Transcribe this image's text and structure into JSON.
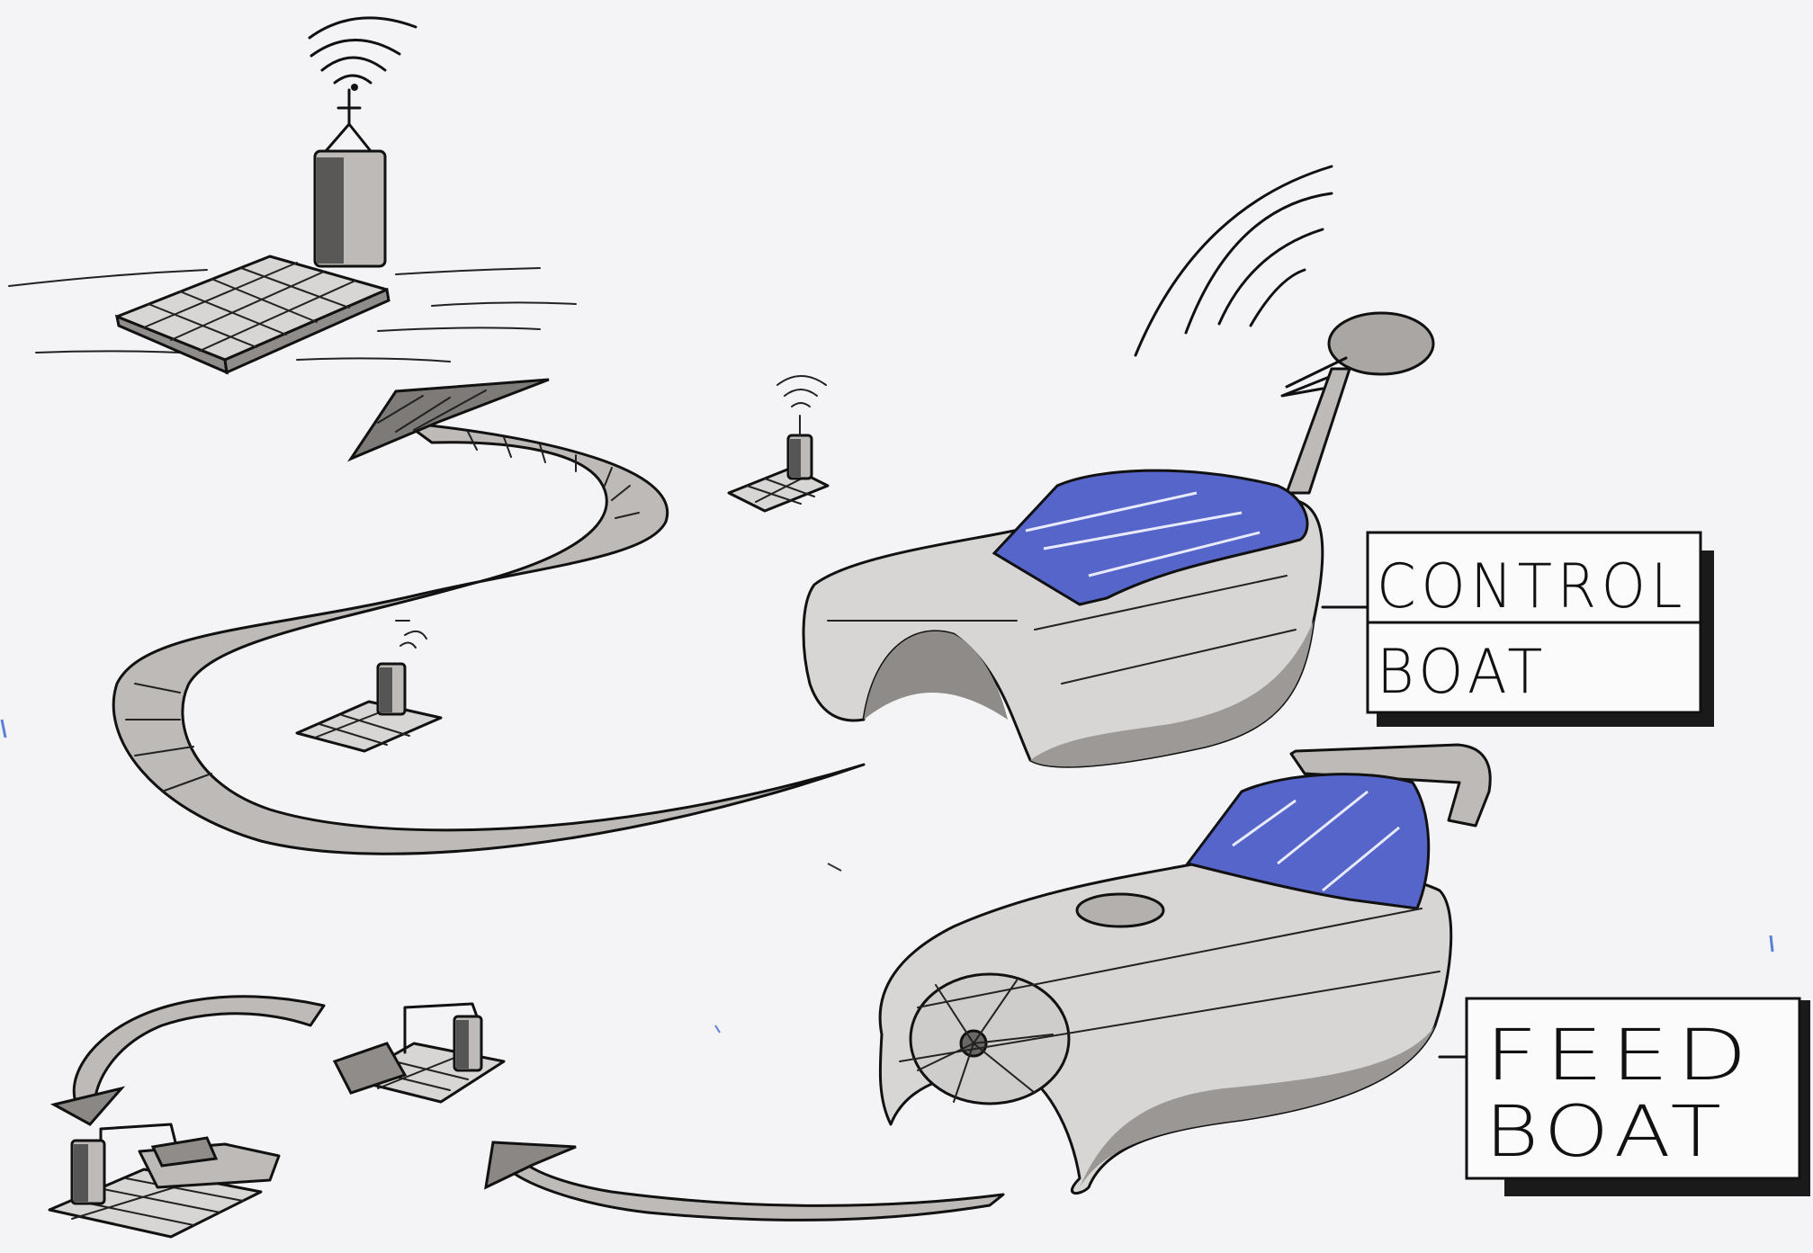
{
  "labels": {
    "control_line1": "CONTROL",
    "control_line2": "BOAT",
    "feed_line1": "FEED",
    "feed_line2": "BOAT"
  },
  "colors": {
    "paper": "#f4f4f6",
    "ink": "#111111",
    "marker_grey": "#bdbab7",
    "marker_blue": "#5665c9"
  }
}
